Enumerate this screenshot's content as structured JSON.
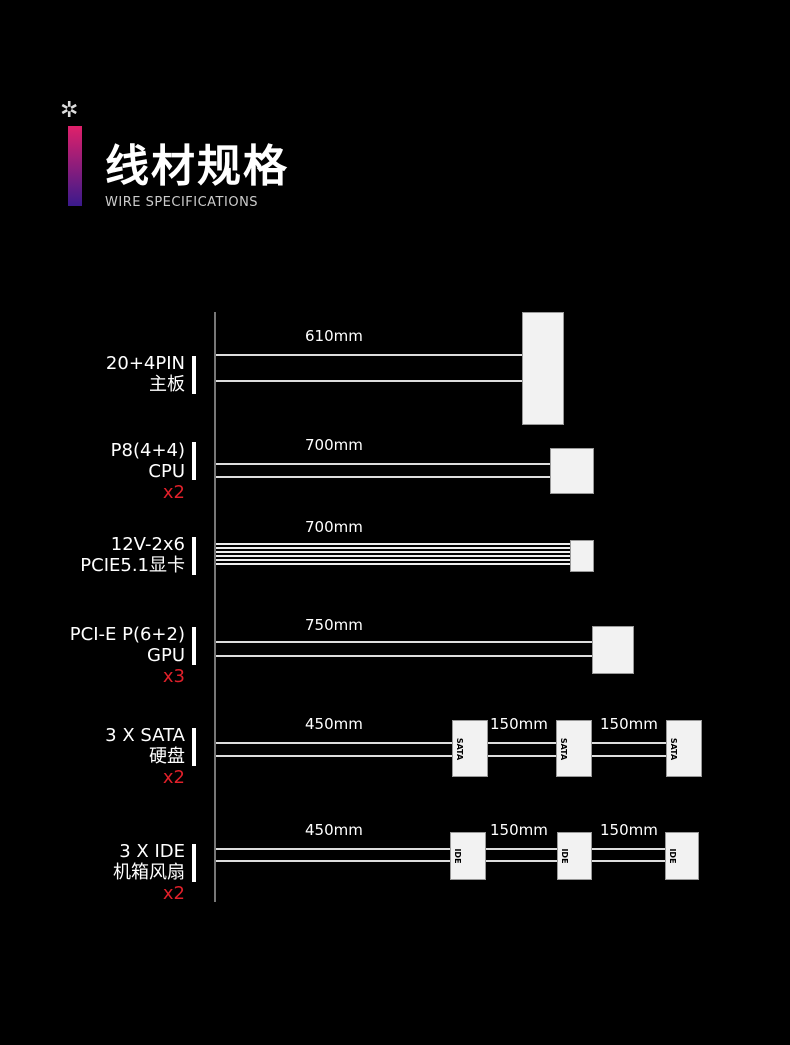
{
  "header": {
    "title": "线材规格",
    "subtitle": "WIRE SPECIFICATIONS"
  },
  "rows": [
    {
      "lines": [
        "20+4PIN",
        "主板"
      ],
      "length": "610mm"
    },
    {
      "lines": [
        "P8(4+4)",
        "CPU"
      ],
      "count": "x2",
      "length": "700mm"
    },
    {
      "lines": [
        "12V-2x6",
        "PCIE5.1显卡"
      ],
      "length": "700mm"
    },
    {
      "lines": [
        "PCI-E P(6+2)",
        "GPU"
      ],
      "count": "x3",
      "length": "750mm"
    },
    {
      "lines": [
        "3 X SATA",
        "硬盘"
      ],
      "count": "x2",
      "length": "450mm",
      "segments": [
        "150mm",
        "150mm"
      ],
      "connector_label": "SATA"
    },
    {
      "lines": [
        "3 X IDE",
        "机箱风扇"
      ],
      "count": "x2",
      "length": "450mm",
      "segments": [
        "150mm",
        "150mm"
      ],
      "connector_label": "IDE"
    }
  ],
  "colors": {
    "accent_top": "#e0206a",
    "accent_bottom": "#3a1a8c",
    "count": "#e0202a"
  }
}
